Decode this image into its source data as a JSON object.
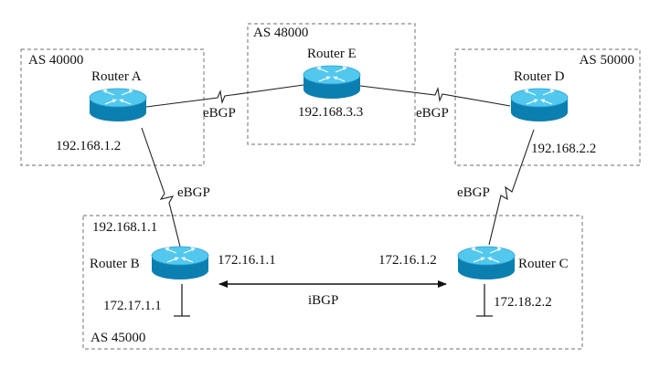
{
  "autonomous_systems": [
    {
      "id": "as40000",
      "label": "AS 40000"
    },
    {
      "id": "as48000",
      "label": "AS 48000"
    },
    {
      "id": "as50000",
      "label": "AS 50000"
    },
    {
      "id": "as45000",
      "label": "AS 45000"
    }
  ],
  "routers": [
    {
      "id": "a",
      "name": "Router A",
      "ips": [
        "192.168.1.2"
      ]
    },
    {
      "id": "e",
      "name": "Router E",
      "ips": [
        "192.168.3.3"
      ]
    },
    {
      "id": "d",
      "name": "Router D",
      "ips": [
        "192.168.2.2"
      ]
    },
    {
      "id": "b",
      "name": "Router B",
      "ips": [
        "192.168.1.1",
        "172.16.1.1",
        "172.17.1.1"
      ]
    },
    {
      "id": "c",
      "name": "Router C",
      "ips": [
        "172.16.1.2",
        "172.18.2.2"
      ]
    }
  ],
  "links": [
    {
      "id": "a-e",
      "protocol": "eBGP"
    },
    {
      "id": "e-d",
      "protocol": "eBGP"
    },
    {
      "id": "a-b",
      "protocol": "eBGP"
    },
    {
      "id": "d-c",
      "protocol": "eBGP"
    },
    {
      "id": "b-c",
      "protocol": "iBGP"
    }
  ],
  "colors": {
    "router_light": "#53c8ee",
    "router_dark": "#0b7fb0",
    "as_border": "#8a8a8a",
    "line": "#222222"
  }
}
